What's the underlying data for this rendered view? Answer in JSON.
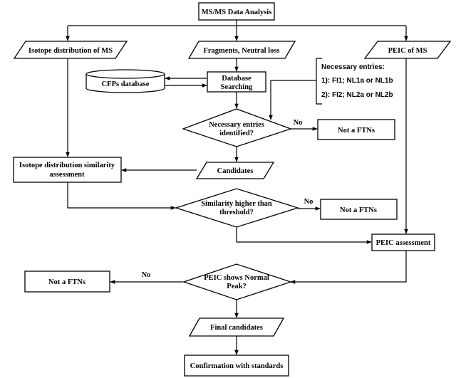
{
  "nodes": {
    "ms_analysis": "MS/MS Data Analysis",
    "isotope_ms": "Isotope distribution of MS",
    "fragments": "Fragments, Neutral loss",
    "peic_ms": "PEIC of MS",
    "cfps_db": "CFPs database",
    "db_search_1": "Database",
    "db_search_2": "Searching",
    "necessary_title": "Necessary entries:",
    "necessary_1": "1): FI1; NL1a or NL1b",
    "necessary_2": "2): FI2; NL2a or NL2b",
    "decision1_1": "Necessary entries",
    "decision1_2": "identified?",
    "not_ftn_1": "Not a FTNs",
    "isotope_assess_1": "Isotope distribution similarity",
    "isotope_assess_2": "assessment",
    "candidates": "Candidates",
    "decision2_1": "Similarity higher than",
    "decision2_2": "threshold?",
    "not_ftn_2": "Not a FTNs",
    "peic_assess": "PEIC assessment",
    "not_ftn_3": "Not a FTNs",
    "decision3_1": "PEIC shows Normal",
    "decision3_2": "Peak?",
    "final_candidates": "Final candidates",
    "confirmation": "Confirmation with standards"
  },
  "edge_labels": {
    "no_1": "No",
    "no_2": "No",
    "no_3": "No"
  }
}
